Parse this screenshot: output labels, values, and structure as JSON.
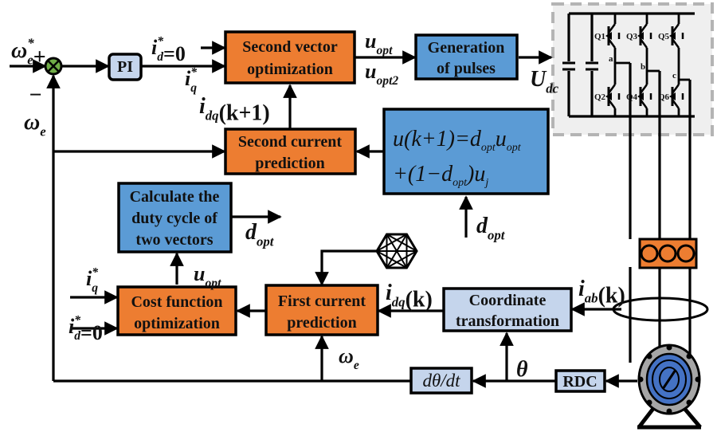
{
  "colors": {
    "orange": "#ED7D31",
    "blue": "#5B9BD5",
    "light_blue": "#C5D5EC",
    "sum_green": "#70AD47",
    "inverter_bg": "#EFEFEF",
    "inverter_border": "#B4B4B4",
    "motor_ring": "#A6A6A6",
    "motor_core": "#4472C4"
  },
  "blocks": {
    "pi": {
      "label": "PI"
    },
    "second_vector_opt": {
      "line1": "Second vector",
      "line2": "optimization"
    },
    "generation_pulses": {
      "line1": "Generation",
      "line2": "of pulses"
    },
    "second_current_pred": {
      "line1": "Second current",
      "line2": "prediction"
    },
    "voltage_eq": {
      "line1": "u(k+1)=d",
      "line1_sub1": "opt",
      "line1_b": "u",
      "line1_sub2": "opt",
      "line2_a": "+(1−d",
      "line2_sub": "opt",
      "line2_b": ")u",
      "line2_sub2": "j"
    },
    "duty_cycle": {
      "line1": "Calculate the",
      "line2": "duty cycle of",
      "line3": "two vectors"
    },
    "cost_function": {
      "line1": "Cost function",
      "line2": "optimization"
    },
    "first_current_pred": {
      "line1": "First current",
      "line2": "prediction"
    },
    "coord_transform": {
      "line1": "Coordinate",
      "line2": "transformation"
    },
    "derivative": {
      "label": "dθ/dt"
    },
    "rdc": {
      "label": "RDC"
    }
  },
  "signals": {
    "omega_ref": {
      "main": "ω",
      "sup": "*",
      "sub": "e",
      "sign": "+"
    },
    "omega_fb": {
      "main": "ω",
      "sub": "e",
      "sign": "−"
    },
    "id_ref_top": {
      "main": "i",
      "sup": "*",
      "sub": "d",
      "tail": "=0"
    },
    "iq_ref_top": {
      "main": "i",
      "sup": "*",
      "sub": "q"
    },
    "idq_k1": {
      "main": "i",
      "sub": "dq",
      "tail": "(k+1)"
    },
    "u_opt_top": {
      "main": "u",
      "sub": "opt"
    },
    "u_opt2": {
      "main": "u",
      "sub": "opt2"
    },
    "udc": {
      "main": "U",
      "sub": "dc"
    },
    "d_opt_right": {
      "main": "d",
      "sub": "opt"
    },
    "d_opt_mid": {
      "main": "d",
      "sub": "opt"
    },
    "iq_ref_bottom": {
      "main": "i",
      "sup": "*",
      "sub": "q"
    },
    "id_ref_bottom": {
      "main": "i",
      "sup": "*",
      "sub": "d",
      "tail": "=0"
    },
    "u_opt_bottom": {
      "main": "u",
      "sub": "opt"
    },
    "idq_k": {
      "main": "i",
      "sub": "dq",
      "tail": "(k)"
    },
    "iab_k": {
      "main": "i",
      "sub": "ab",
      "tail": "(k)"
    },
    "omega_e_bottom": {
      "main": "ω",
      "sub": "e"
    },
    "theta": {
      "main": "θ"
    }
  },
  "inverter": {
    "switches": [
      "Q1",
      "Q3",
      "Q5",
      "Q2",
      "Q4",
      "Q6"
    ],
    "phases": [
      "a",
      "b",
      "c"
    ]
  }
}
